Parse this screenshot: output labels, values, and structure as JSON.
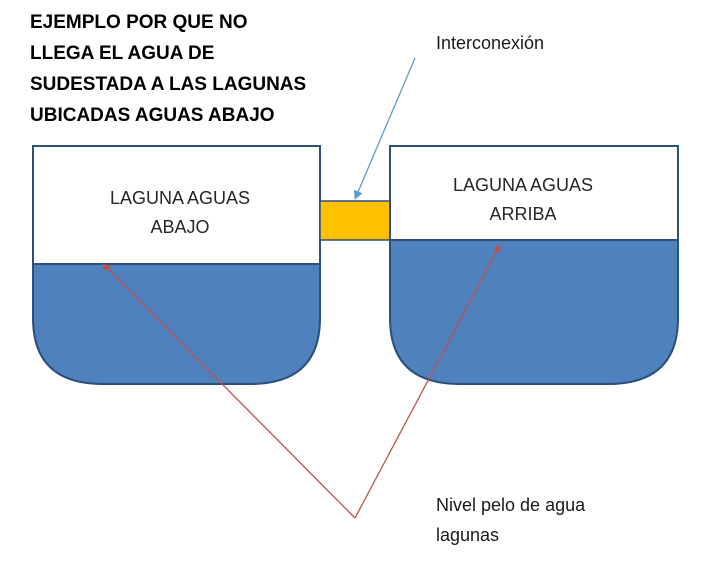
{
  "title": {
    "lines": [
      "EJEMPLO POR QUE NO",
      "LLEGA EL AGUA DE",
      "SUDESTADA A LAS LAGUNAS",
      "UBICADAS AGUAS ABAJO"
    ]
  },
  "connector_label": "Interconexión",
  "left_lagoon": {
    "label_lines": [
      "LAGUNA AGUAS",
      "ABAJO"
    ]
  },
  "right_lagoon": {
    "label_lines": [
      "LAGUNA AGUAS",
      "ARRIBA"
    ]
  },
  "level_label": {
    "lines": [
      "Nivel pelo de agua",
      "lagunas"
    ]
  },
  "colors": {
    "water": "#4f81bd",
    "water_border": "#3a5f8f",
    "outline": "#2c4f7c",
    "connector": "#ffc000",
    "blue_arrow": "#5b9bd5",
    "red_line": "#c0504d"
  }
}
